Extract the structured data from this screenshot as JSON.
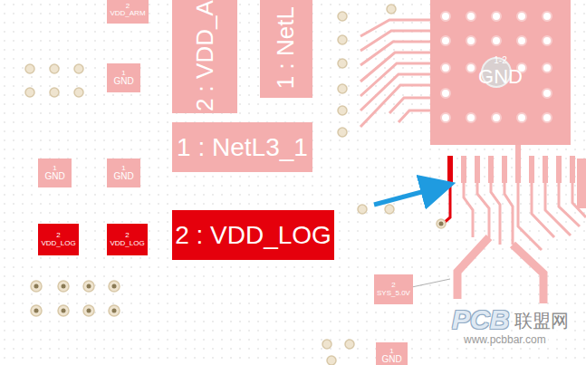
{
  "diagram": {
    "nodes": [
      {
        "text": [
          "2",
          "VDD_ARM"
        ]
      },
      {
        "text": [
          "1",
          "GND"
        ]
      },
      {
        "text": [
          "1",
          "GND"
        ]
      },
      {
        "text": [
          "1",
          "GND"
        ]
      },
      {
        "text": [
          "2",
          "VDD_LOG"
        ]
      },
      {
        "text": [
          "2",
          "VDD_LOG"
        ]
      },
      {
        "text": [
          "2 : VDD_A"
        ]
      },
      {
        "text": [
          "1 : NetL"
        ]
      },
      {
        "text": [
          "1 : NetL3_1"
        ]
      },
      {
        "text": [
          "2 : VDD_LOG"
        ]
      },
      {
        "text": [
          "1-2",
          "GND"
        ]
      },
      {
        "text": [
          "2",
          "SYS_5.0V"
        ]
      },
      {
        "text": [
          "1",
          "GND"
        ]
      }
    ],
    "labels": [
      "PCB",
      "联盟网",
      "www.pcbbar.com"
    ]
  }
}
